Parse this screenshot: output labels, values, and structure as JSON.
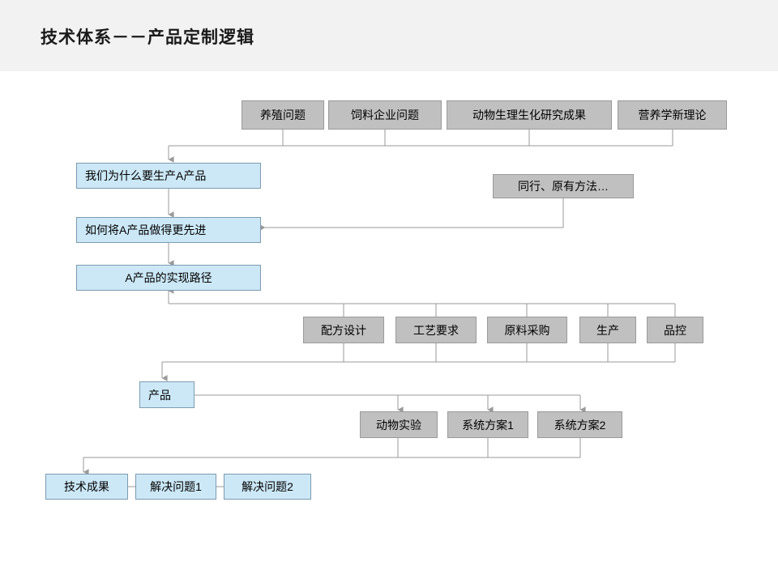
{
  "slide": {
    "title": "技术体系－－产品定制逻辑",
    "background": "#ffffff",
    "title_band_color": "#f2f2f2"
  },
  "palette": {
    "gray_fill": "#c0c0c0",
    "gray_border": "#9a9a9a",
    "blue_fill": "#cce8f7",
    "blue_border": "#7c9bb0",
    "connector": "#9a9a9a",
    "text": "#000000"
  },
  "diagram": {
    "inputs_row": [
      {
        "label": "养殖问题"
      },
      {
        "label": "饲料企业问题"
      },
      {
        "label": "动物生理生化研究成果"
      },
      {
        "label": "营养学新理论"
      }
    ],
    "question_chain": [
      {
        "label": "我们为什么要生产A产品"
      },
      {
        "label": "如何将A产品做得更先进"
      },
      {
        "label": "A产品的实现路径"
      }
    ],
    "reference": {
      "label": "同行、原有方法…"
    },
    "process_row": [
      {
        "label": "配方设计"
      },
      {
        "label": "工艺要求"
      },
      {
        "label": "原料采购"
      },
      {
        "label": "生产"
      },
      {
        "label": "品控"
      }
    ],
    "product": {
      "label": "产品"
    },
    "validation_row": [
      {
        "label": "动物实验"
      },
      {
        "label": "系统方案1"
      },
      {
        "label": "系统方案2"
      }
    ],
    "outcome_row": [
      {
        "label": "技术成果"
      },
      {
        "label": "解决问题1"
      },
      {
        "label": "解决问题2"
      }
    ]
  }
}
